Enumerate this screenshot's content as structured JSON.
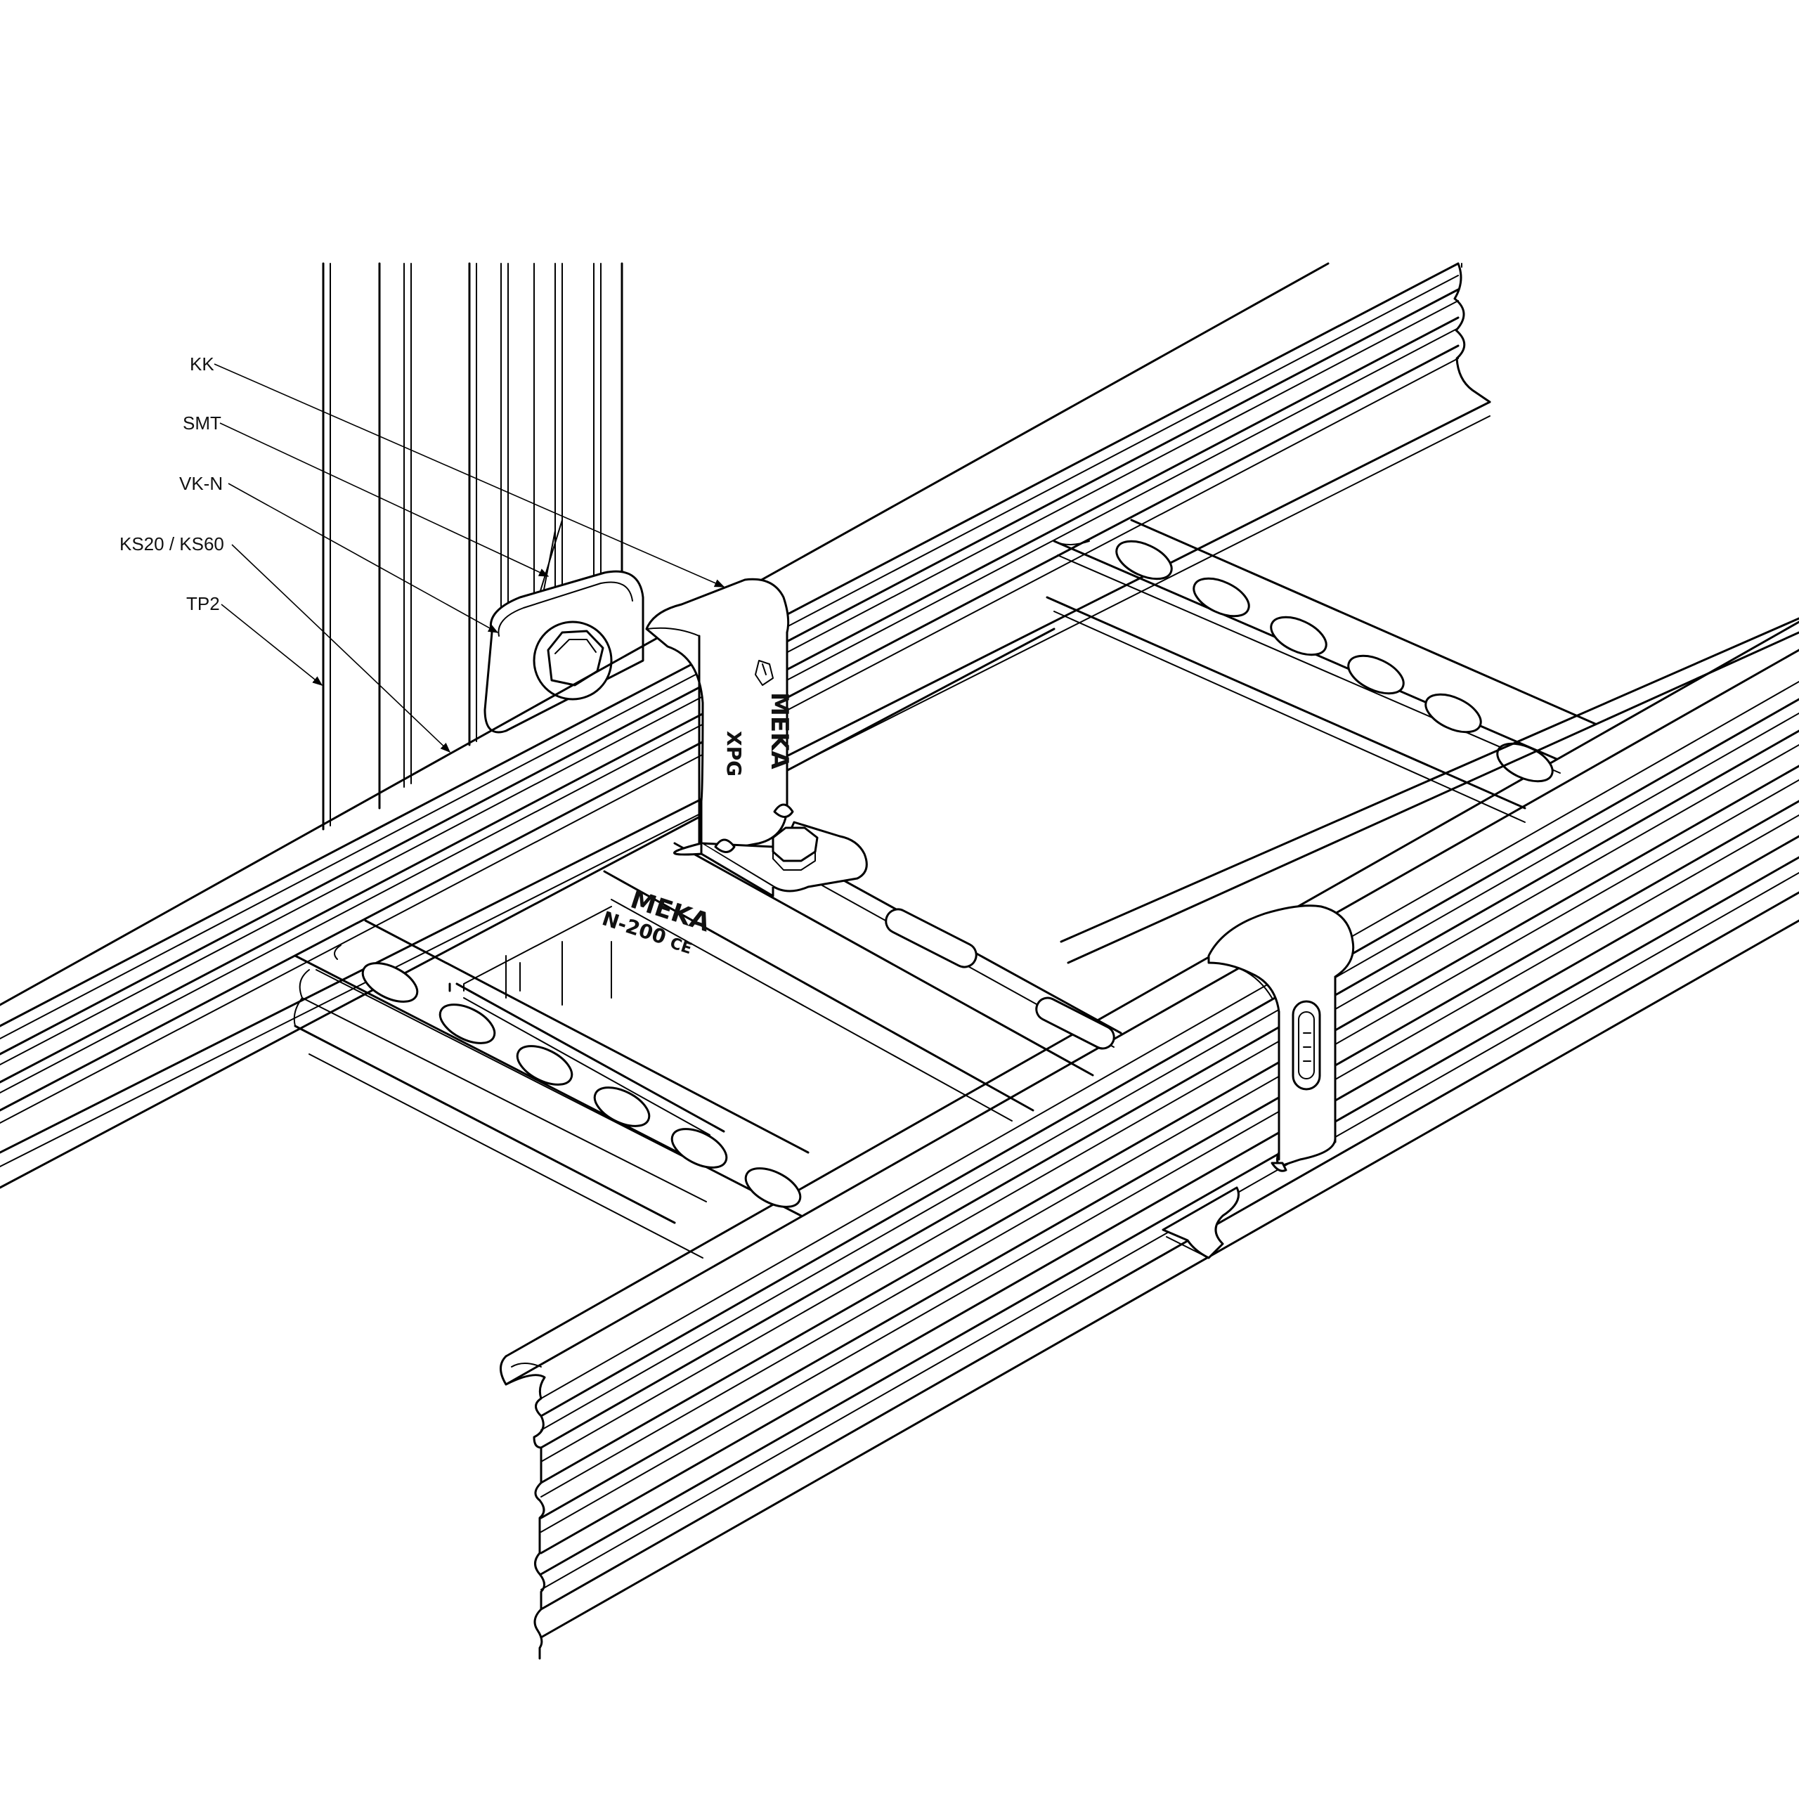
{
  "callouts": [
    {
      "id": "kk",
      "label": "KK"
    },
    {
      "id": "smt",
      "label": "SMT"
    },
    {
      "id": "vk-n",
      "label": "VK-N"
    },
    {
      "id": "ks",
      "label": "KS20 / KS60"
    },
    {
      "id": "tp2",
      "label": "TP2"
    }
  ],
  "markings": {
    "clamp_brand": "MEKA",
    "clamp_model": "XPG",
    "rung_brand": "MEKA",
    "rung_model": "N-200",
    "rung_cert": "CE"
  },
  "colors": {
    "line": "#000000",
    "background": "#ffffff"
  }
}
